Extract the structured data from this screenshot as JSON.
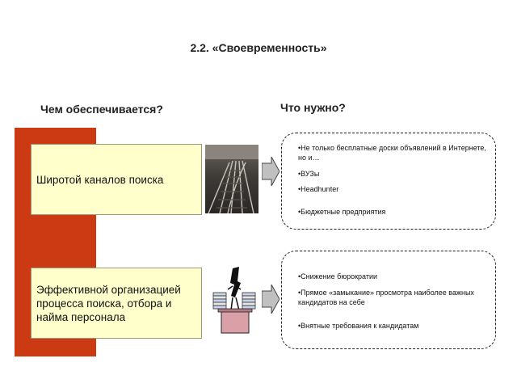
{
  "slide": {
    "title": "2.2. «Своевременность»",
    "left_heading": "Чем обеспечивается?",
    "right_heading": "Что нужно?"
  },
  "factors": [
    {
      "label": "Широтой каналов поиска",
      "image_icon": "railway-tracks-photo",
      "needs": [
        "Не только бесплатные доски объявлений в Интернете, но и…",
        "ВУЗы",
        "Headhunter",
        "Бюджетные предприятия"
      ]
    },
    {
      "label": "Эффективной организацией процесса поиска, отбора и найма персонала",
      "image_icon": "office-desk-papers-clipart",
      "needs": [
        "Снижение бюрократии",
        "Прямое «замыкание» просмотра наиболее важных кандидатов на себе",
        "Внятные требования к кандидатам"
      ]
    }
  ],
  "colors": {
    "accent_bar": "#cc3a13",
    "box_fill": "#ffffcc",
    "arrow_fill": "#c0c0c0"
  }
}
